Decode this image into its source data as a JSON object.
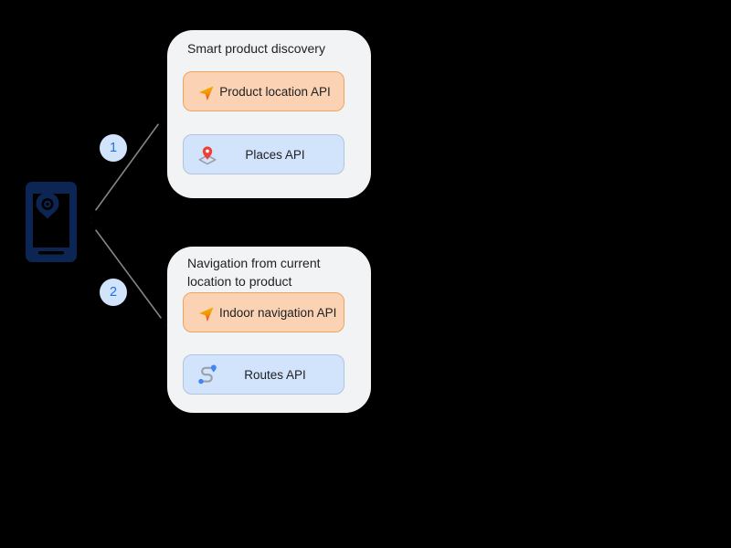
{
  "diagram": {
    "device": {
      "icon": "mobile-device-pin-icon"
    },
    "connections": [
      {
        "badge": "1",
        "from": "mobile-device",
        "to": "Smart product discovery"
      },
      {
        "badge": "2",
        "from": "mobile-device",
        "to": "Navigation from current location to product"
      }
    ],
    "groups": [
      {
        "title": "Smart product discovery",
        "chips": [
          {
            "label": "Product location API",
            "icon": "navigation-arrow-icon",
            "variant": "orange"
          },
          {
            "label": "Places API",
            "icon": "map-pin-diamond-icon",
            "variant": "blue"
          }
        ]
      },
      {
        "title": "Navigation from current location to product",
        "chips": [
          {
            "label": "Indoor navigation API",
            "icon": "navigation-arrow-icon",
            "variant": "orange"
          },
          {
            "label": "Routes API",
            "icon": "route-path-icon",
            "variant": "blue"
          }
        ]
      }
    ],
    "colors": {
      "background": "#000000",
      "card_bg": "#f1f3f4",
      "card_text": "#202124",
      "chip_orange_bg": "#fbd3b4",
      "chip_orange_border": "#f0a35d",
      "chip_blue_bg": "#d2e3fc",
      "chip_blue_border": "#b3c3de",
      "badge_bg": "#d2e3fc",
      "badge_text": "#1a73e8",
      "arrow": "#80868b",
      "device_navy": "#0d2552",
      "pin_red": "#ea4335",
      "route_blue": "#4285f4",
      "route_gray": "#9aa0a6",
      "nav_gradient_start": "#fbbc04",
      "nav_gradient_end": "#ea4335"
    }
  }
}
